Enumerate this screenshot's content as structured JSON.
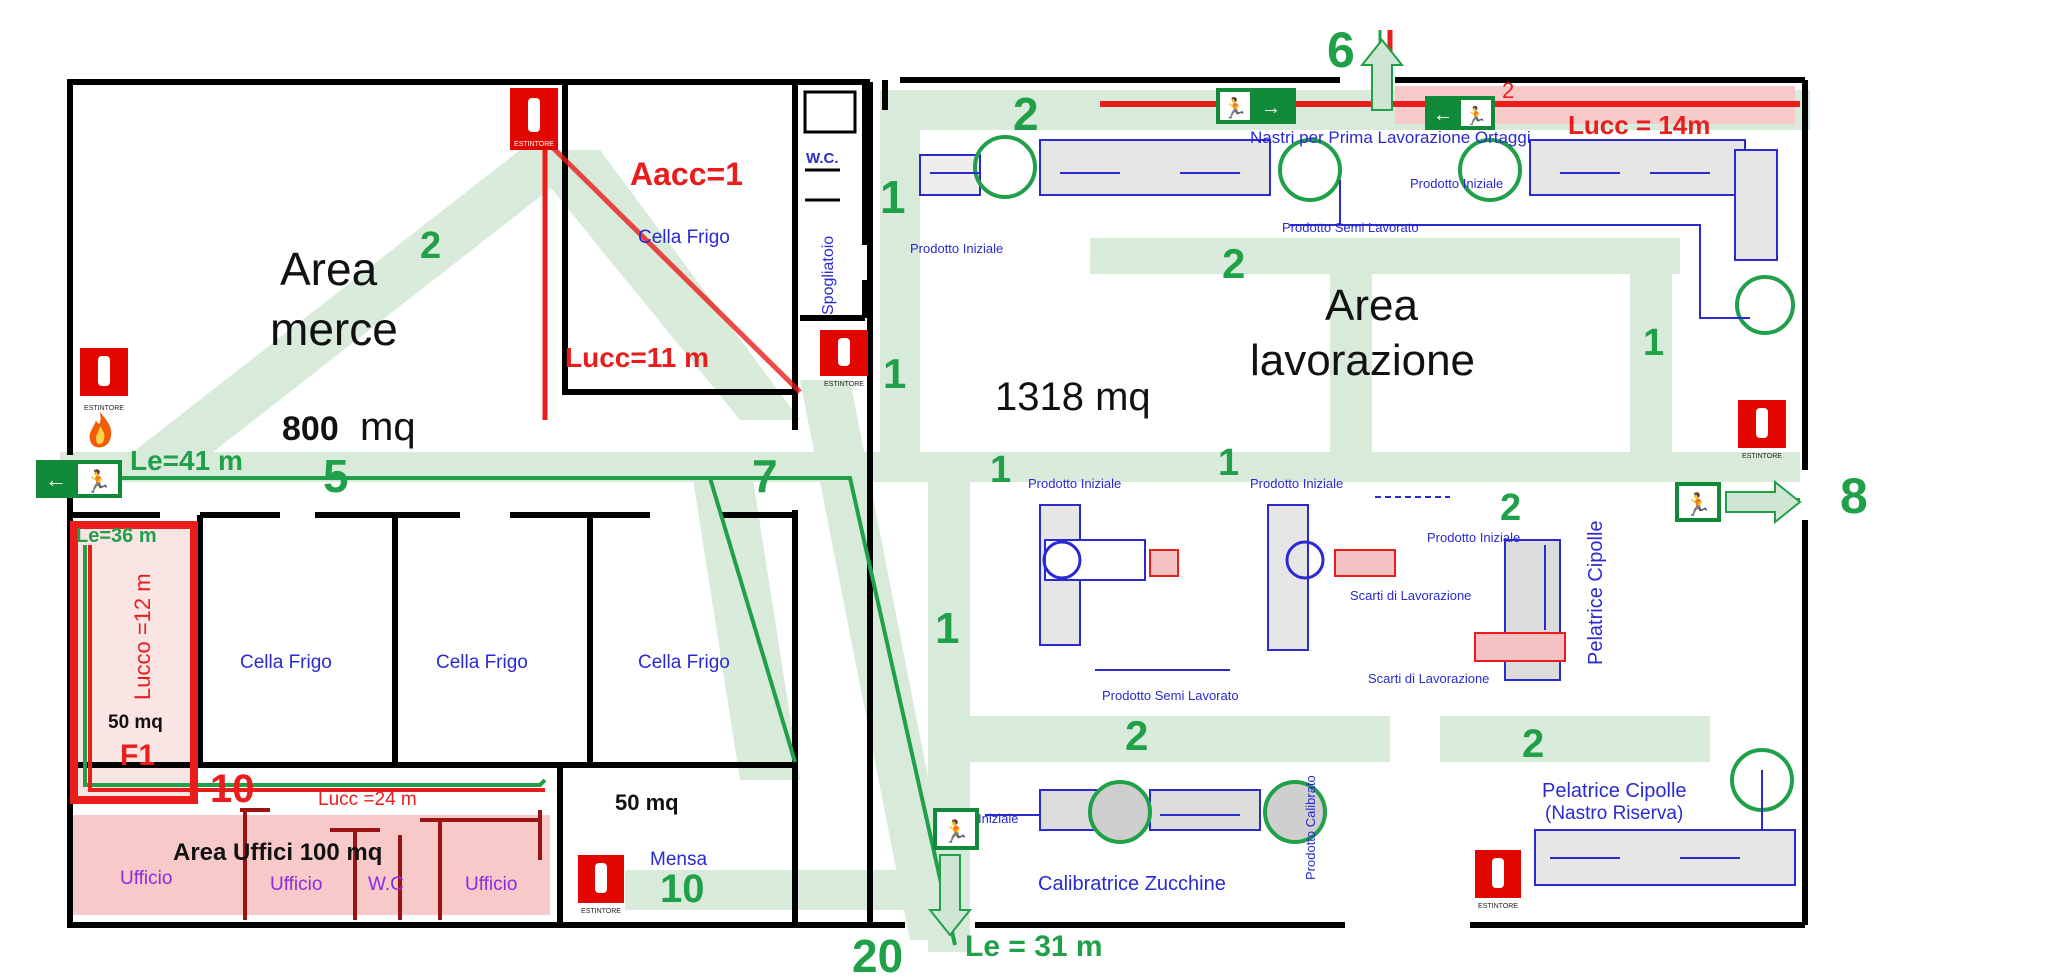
{
  "colors": {
    "wall": "#000000",
    "route_green": "#21a04a",
    "route_green_fill": "#cfe6d2",
    "route_red": "#ea1c1c",
    "machine_blue": "#2a2ad0",
    "office_pink": "#f7c9c9",
    "extinguisher_red": "#e10600",
    "exit_sign_green": "#118a3a"
  },
  "areas": {
    "merce_label_line1": "Area",
    "merce_label_line2": "merce",
    "merce_size_num": "800",
    "merce_size_unit": "mq",
    "lavorazione_line1": "Area",
    "lavorazione_line2": "lavorazione",
    "lavorazione_size": "1318 mq",
    "uffici": "Area Uffici 100 mq",
    "f1_size": "50 mq",
    "f1_label": "F1",
    "mensa_size": "50 mq",
    "mensa": "Mensa"
  },
  "rooms": {
    "cella_frigo_top": "Cella Frigo",
    "cella_frigo_1": "Cella Frigo",
    "cella_frigo_2": "Cella Frigo",
    "cella_frigo_3": "Cella Frigo",
    "wc_top": "W.C.",
    "spogliatoio": "Spogliatoio",
    "ufficio_1": "Ufficio",
    "ufficio_2": "Ufficio",
    "wc_office": "W.C",
    "ufficio_3": "Ufficio"
  },
  "measures": {
    "aacc": "Aacc=1",
    "lucc_11": "Lucc=11 m",
    "lucc_14": "Lucc = 14m",
    "lucc_12": "Lucco =12 m",
    "lucc_24": "Lucc =24 m",
    "le_41": "Le=41 m",
    "le_36": "Le=36 m",
    "le_31": "Le = 31 m",
    "small_2": "2"
  },
  "route_numbers": {
    "n2_merce": "2",
    "n2_top": "2",
    "n1_left_top": "1",
    "n2_center": "2",
    "n1_right": "1",
    "n1_mid": "1",
    "n1_a": "1",
    "n1_b": "1",
    "n2_mid_right": "2",
    "n1_lower": "1",
    "n2_bottom_center": "2",
    "n2_bottom_right": "2",
    "n5": "5",
    "n7": "7",
    "n6": "6",
    "n8": "8",
    "n10_left": "10",
    "n10_mensa": "10",
    "n20": "20"
  },
  "machines": {
    "nastri": "Nastri per Prima Lavorazione Ortaggi",
    "prodotto_iniziale_top_left": "Prodotto Iniziale",
    "prodotto_iniziale_top_right": "Prodotto Iniziale",
    "prodotto_semi_top": "Prodotto Semi Lavorato",
    "prodotto_iniziale_mid_1": "Prodotto Iniziale",
    "prodotto_iniziale_mid_2": "Prodotto Iniziale",
    "prodotto_iniziale_pelatrice": "Prodotto Iniziale",
    "scarti_1": "Scarti di Lavorazione",
    "scarti_2": "Scarti di Lavorazione",
    "prodotto_semi_mid": "Prodotto Semi Lavorato",
    "pelatrice_vertical": "Pelatrice Cipolle",
    "iniziale_bottom": "Iniziale",
    "calibratrice": "Calibratrice Zucchine",
    "prodotto_calibrato": "Prodotto Calibrato",
    "pelatrice_riserva_1": "Pelatrice Cipolle",
    "pelatrice_riserva_2": "(Nastro Riserva)"
  },
  "icons": {
    "extinguisher_label": "ESTINTORE",
    "fire": "fire-icon",
    "exit": "emergency-exit-icon"
  }
}
